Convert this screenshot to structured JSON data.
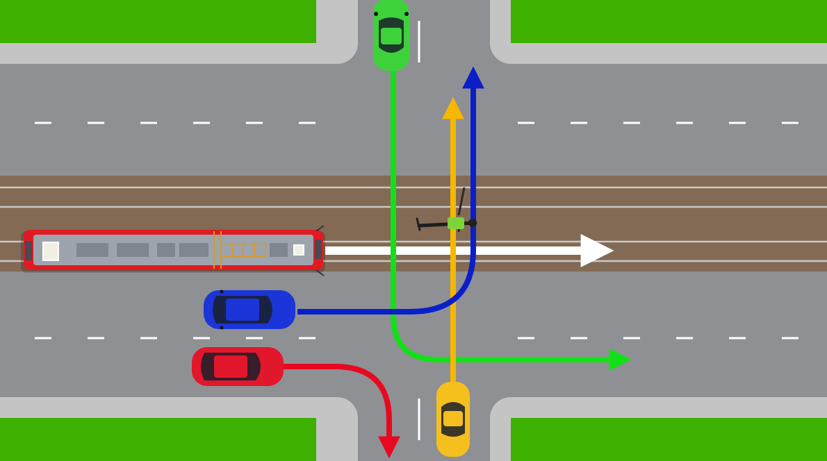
{
  "colors": {
    "grass": "#3eb000",
    "sidewalk": "#c4c4c4",
    "road": "#8f9094",
    "tram_track_bed": "#826a55",
    "rail": "#c9c9c9",
    "lane_marking": "#ffffff",
    "green_car": "#3ed23a",
    "yellow_car": "#f5c01e",
    "blue_car": "#1b35d8",
    "red_car": "#e3172b",
    "tram_body": "#e01a22",
    "tram_roof": "#9ea4ad",
    "green_path": "#14e018",
    "yellow_path": "#f6b700",
    "blue_path": "#0a1fc8",
    "red_path": "#e8081f",
    "tram_path": "#ffffff",
    "traffic_controller_vest": "#7fd33a"
  },
  "vehicles": [
    {
      "id": "tram",
      "kind": "tram",
      "heading": "east",
      "path": "straight-east"
    },
    {
      "id": "green-car",
      "kind": "car",
      "heading": "south",
      "path": "left-turn-east"
    },
    {
      "id": "yellow-car",
      "kind": "car",
      "heading": "north",
      "path": "straight-north"
    },
    {
      "id": "blue-car",
      "kind": "car",
      "heading": "east",
      "path": "left-turn-north"
    },
    {
      "id": "red-car",
      "kind": "car",
      "heading": "east",
      "path": "right-turn-south"
    }
  ],
  "traffic_controller": {
    "present": true,
    "orientation": "arms-extended"
  }
}
